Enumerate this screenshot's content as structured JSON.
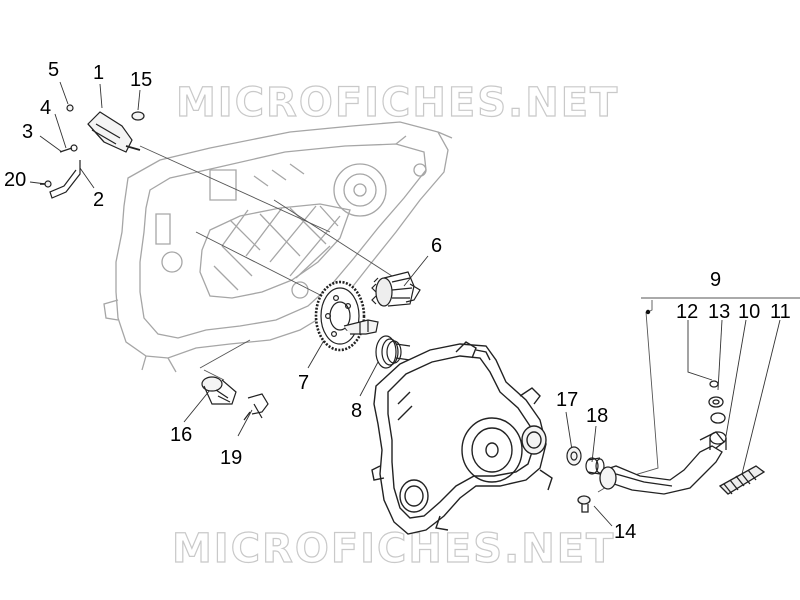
{
  "watermark": {
    "text": "MICROFICHES.NET"
  },
  "callouts": {
    "p1": "1",
    "p2": "2",
    "p3": "3",
    "p4": "4",
    "p5": "5",
    "p6": "6",
    "p7": "7",
    "p8": "8",
    "p9": "9",
    "p10": "10",
    "p11": "11",
    "p12": "12",
    "p13": "13",
    "p14": "14",
    "p15": "15",
    "p16": "16",
    "p17": "17",
    "p18": "18",
    "p19": "19",
    "p20": "20"
  }
}
